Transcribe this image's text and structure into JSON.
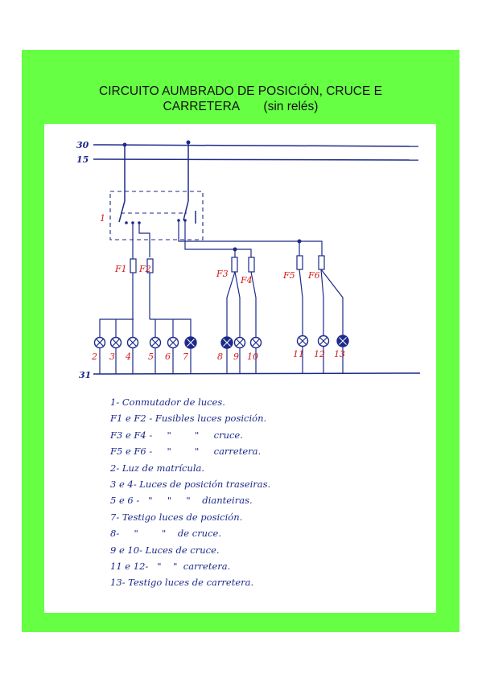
{
  "title": {
    "line1": "CIRCUITO AUMBRADO DE POSICIÓN, CRUCE E",
    "line2": "CARRETERA       (sin relés)"
  },
  "bus_labels": {
    "b30": "30",
    "b15": "15",
    "b31": "31"
  },
  "switch_label": "1",
  "fuses": [
    "F1",
    "F2",
    "F3",
    "F4",
    "F5",
    "F6"
  ],
  "lamps": [
    "2",
    "3",
    "4",
    "5",
    "6",
    "7",
    "8",
    "9",
    "10",
    "11",
    "12",
    "13"
  ],
  "legend": [
    "1- Conmutador de luces.",
    "F1 e F2 - Fusibles luces posición.",
    "F3 e F4 -     \"        \"     cruce.",
    "F5 e F6 -     \"        \"     carretera.",
    "2- Luz de matrícula.",
    "3 e 4- Luces de posición traseiras.",
    "5 e 6 -   \"     \"     \"    dianteiras.",
    "7- Testigo luces de posición.",
    "8-     \"        \"    de cruce.",
    "9 e 10- Luces de cruce.",
    "11 e 12-   \"    \"  carretera.",
    "13- Testigo luces de carretera."
  ],
  "colors": {
    "frame": "#66ff44",
    "ink": "#1c2a8a",
    "label_red": "#d41a1a"
  }
}
